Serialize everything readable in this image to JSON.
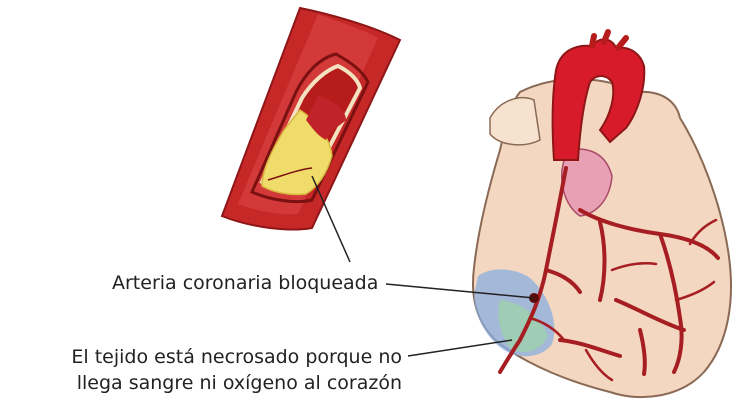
{
  "labels": {
    "artery": "Arteria coronaria bloqueada",
    "tissue_line1": "El tejido está necrosado porque no",
    "tissue_line2": "llega sangre ni oxígeno al corazón"
  },
  "colors": {
    "artery_red": "#b71c1c",
    "plaque_yellow": "#f0dc6a",
    "heart_skin": "#f3d7c0",
    "aorta": "#d81b2a",
    "necrotic_blue": "#6f8fc9",
    "necrotic_green": "#8fc99a"
  }
}
